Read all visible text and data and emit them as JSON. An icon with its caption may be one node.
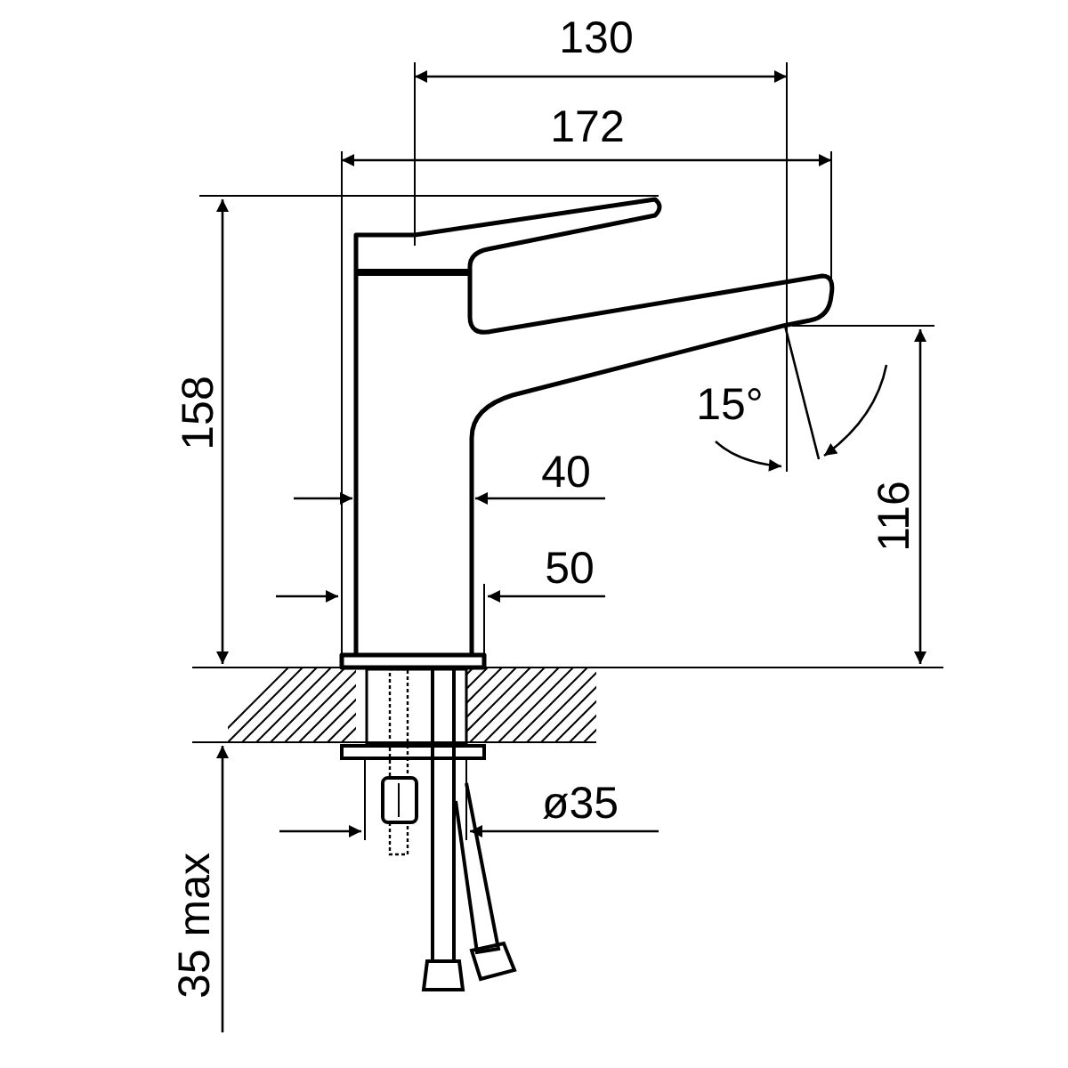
{
  "diagram": {
    "labels": [
      "130",
      "172",
      "158",
      "15°",
      "40",
      "116",
      "50",
      "ø35",
      "35 max"
    ]
  }
}
